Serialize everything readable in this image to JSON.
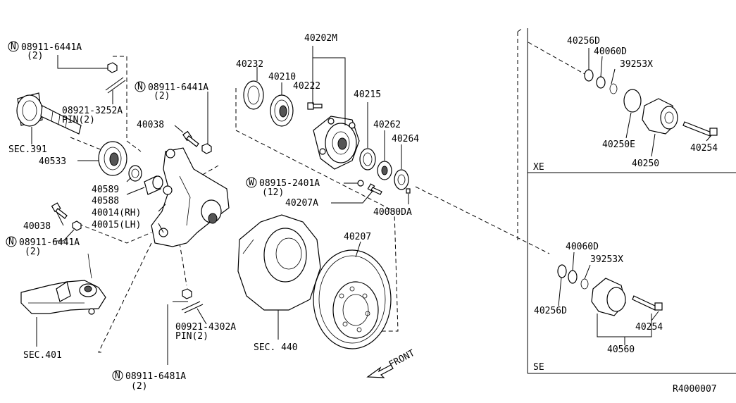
{
  "diagram_id": "R4000007",
  "front_label": "FRONT",
  "sections": {
    "xe": "XE",
    "se": "SE"
  },
  "labels": {
    "n_08911_6441a_top": "08911-6441A",
    "qty_top": "(2)",
    "pin_08921": "08921-3252A",
    "pin_08921_qty": "PIN(2)",
    "sec391": "SEC.391",
    "p40533": "40533",
    "p40589": "40589",
    "p40588": "40588",
    "p40014": "40014(RH)",
    "p40015": "40015(LH)",
    "p40038_a": "40038",
    "p40038_b": "40038",
    "n_08911_6441a_mid": "08911-6441A",
    "qty_mid": "(2)",
    "n_08911_6441a_low": "08911-6441A",
    "qty_low": "(2)",
    "sec401": "SEC.401",
    "pin_00921": "00921-4302A",
    "pin_00921_qty": "PIN(2)",
    "n_08911_6481a": "08911-6481A",
    "qty_6481": "(2)",
    "p40202m": "40202M",
    "p40232": "40232",
    "p40210": "40210",
    "p40222": "40222",
    "p40215": "40215",
    "p40262": "40262",
    "p40264": "40264",
    "w_08915": "08915-2401A",
    "w_qty": "(12)",
    "p40207a": "40207A",
    "p40080da": "40080DA",
    "p40207": "40207",
    "sec440": "SEC. 440",
    "xe_40256d": "40256D",
    "xe_40060d": "40060D",
    "xe_39253x": "39253X",
    "xe_40250e": "40250E",
    "xe_40250": "40250",
    "xe_40254": "40254",
    "se_40060d": "40060D",
    "se_39253x": "39253X",
    "se_40256d": "40256D",
    "se_40254": "40254",
    "se_40560": "40560"
  },
  "symbols": {
    "nut_marker": "N",
    "washer_marker": "W"
  }
}
